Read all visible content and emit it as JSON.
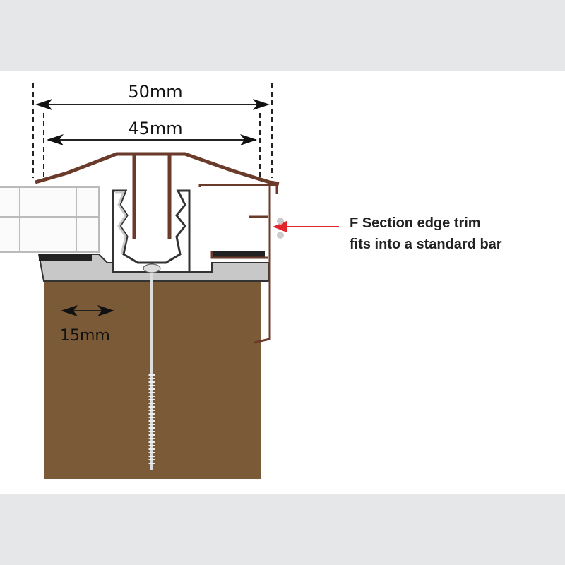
{
  "dimensions": {
    "outer": "50mm",
    "inner": "45mm",
    "rafter": "15mm"
  },
  "annotation": {
    "line1": "F Section edge trim",
    "line2": "fits into a standard bar"
  },
  "colors": {
    "band": "#e6e7e8",
    "wood": "#7b5a38",
    "cap": "#6a3b2a",
    "arrow": "#e0262b",
    "aluminium": "#c8c8c8"
  }
}
